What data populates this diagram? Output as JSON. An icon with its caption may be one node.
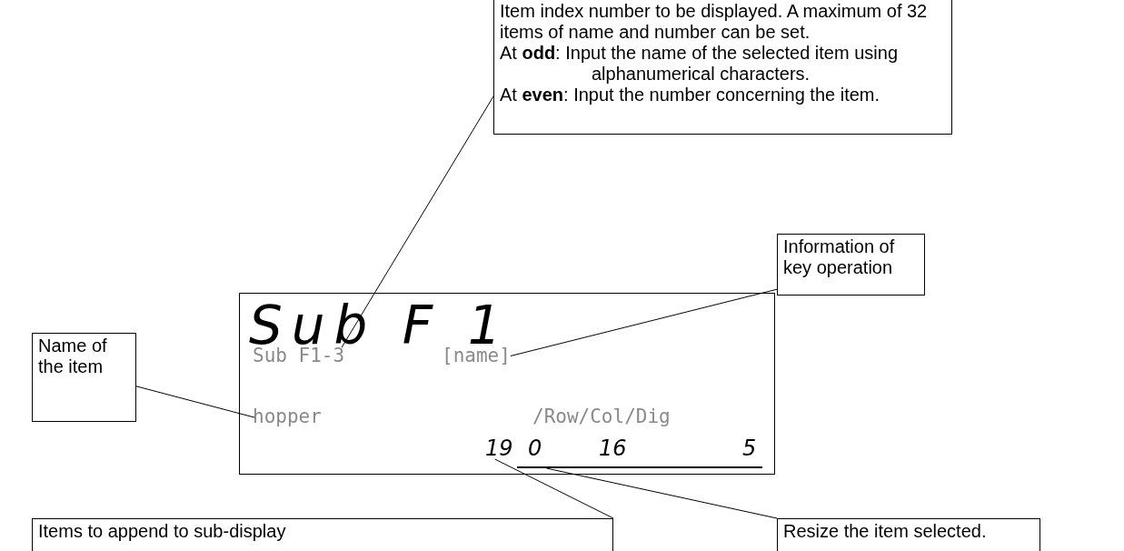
{
  "diagram": {
    "nodes": [
      {
        "text": [
          "Item index number to be displayed. A maximum of 32 items of name and number can be set.",
          "At **odd**:  Input the name of the selected item using alphanumerical characters.",
          "At **even**: Input the number concerning the item."
        ]
      },
      {
        "text": [
          "Information of key operation"
        ]
      },
      {
        "text": [],
        "shape": "box"
      },
      {
        "text": [
          "Sub F 1"
        ],
        "in": 2
      },
      {
        "text": [
          "Sub F1-3"
        ],
        "in": 2
      },
      {
        "text": [
          "[name]"
        ],
        "in": 2
      },
      {
        "text": [
          "hopper"
        ],
        "in": 2
      },
      {
        "text": [
          "/Row/Col/Dig"
        ],
        "in": 2
      },
      {
        "text": [
          "19"
        ],
        "in": 2
      },
      {
        "text": [
          "0",
          "16",
          "5"
        ],
        "in": 2
      },
      {
        "text": [
          "Name of the item"
        ]
      },
      {
        "text": [
          "Items to append to sub-display"
        ]
      },
      {
        "text": [
          "Resize the item selected."
        ]
      }
    ],
    "edges": [
      {
        "from": 0,
        "to": 4,
        "arrow": "none"
      },
      {
        "from": 1,
        "to": 5,
        "arrow": "none"
      },
      {
        "from": 10,
        "to": 6,
        "arrow": "none"
      },
      {
        "from": 11,
        "to": 8,
        "arrow": "none"
      },
      {
        "from": 12,
        "to": 9,
        "arrow": "none"
      }
    ]
  }
}
